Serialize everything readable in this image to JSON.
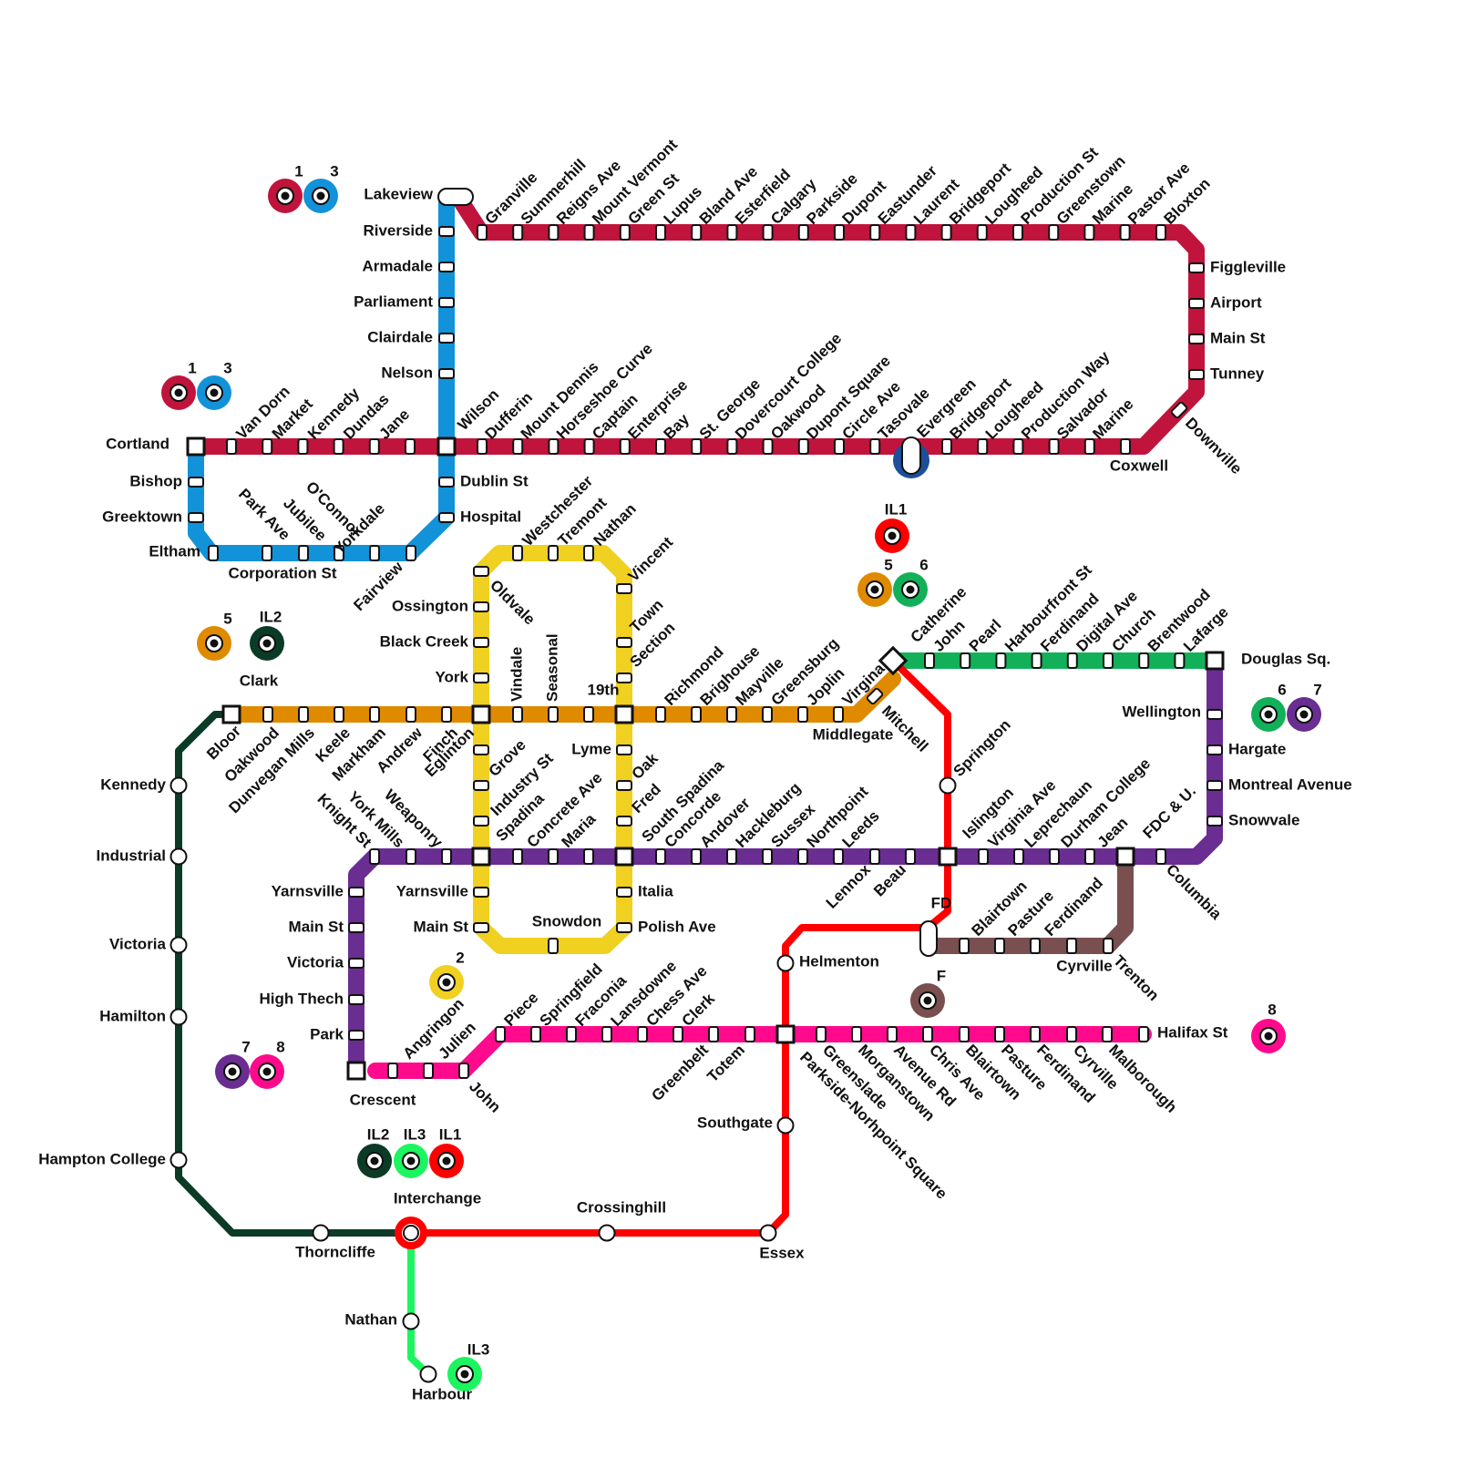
{
  "colors": {
    "line1": "#c0143c",
    "line3": "#1292d8",
    "line5": "#e08a00",
    "line_il2": "#0b3b26",
    "line6": "#13b05a",
    "line2": "#f0d020",
    "line7": "#6a2d91",
    "line_il1": "#ff0000",
    "line_f": "#7a4f4f",
    "line8": "#ff0a8c",
    "line_il3": "#1cf560",
    "depot": "#1d4f9a"
  },
  "badges": [
    {
      "id": "b-1a",
      "label": "1",
      "color": "line1"
    },
    {
      "id": "b-3a",
      "label": "3",
      "color": "line3"
    },
    {
      "id": "b-1b",
      "label": "1",
      "color": "line1"
    },
    {
      "id": "b-3b",
      "label": "3",
      "color": "line3"
    },
    {
      "id": "b-5a",
      "label": "5",
      "color": "line5"
    },
    {
      "id": "b-il2a",
      "label": "IL2",
      "color": "line_il2"
    },
    {
      "id": "b-il1a",
      "label": "IL1",
      "color": "line_il1"
    },
    {
      "id": "b-5b",
      "label": "5",
      "color": "line5"
    },
    {
      "id": "b-6a",
      "label": "6",
      "color": "line6"
    },
    {
      "id": "b-6b",
      "label": "6",
      "color": "line6"
    },
    {
      "id": "b-7a",
      "label": "7",
      "color": "line7"
    },
    {
      "id": "b-2",
      "label": "2",
      "color": "line2"
    },
    {
      "id": "b-f",
      "label": "F",
      "color": "line_f"
    },
    {
      "id": "b-8a",
      "label": "8",
      "color": "line8"
    },
    {
      "id": "b-7b",
      "label": "7",
      "color": "line7"
    },
    {
      "id": "b-8b",
      "label": "8",
      "color": "line8"
    },
    {
      "id": "b-il2b",
      "label": "IL2",
      "color": "line_il2"
    },
    {
      "id": "b-il3a",
      "label": "IL3",
      "color": "line_il3"
    },
    {
      "id": "b-il1b",
      "label": "IL1",
      "color": "line_il1"
    },
    {
      "id": "b-il3b",
      "label": "IL3",
      "color": "line_il3"
    }
  ],
  "stations": {
    "lakeview": "Lakeview",
    "riverside": "Riverside",
    "armadale": "Armadale",
    "parliament": "Parliament",
    "clairdale": "Clairdale",
    "nelson": "Nelson",
    "granville": "Granville",
    "summerhill": "Summerhill",
    "reigns_ave": "Reigns Ave",
    "mount_vermont": "Mount Vermont",
    "green_st": "Green St",
    "lupus": "Lupus",
    "bland_ave": "Bland Ave",
    "esterfield": "Esterfield",
    "calgary": "Calgary",
    "parkside": "Parkside",
    "dupont": "Dupont",
    "eastunder": "Eastunder",
    "laurent": "Laurent",
    "bridgeport_a": "Bridgeport",
    "lougheed_a": "Lougheed",
    "production_st": "Production St",
    "greenstown": "Greenstown",
    "marine_a": "Marine",
    "pastor_ave": "Pastor Ave",
    "bloxton": "Bloxton",
    "figgleville": "Figgleville",
    "airport": "Airport",
    "main_st_a": "Main St",
    "tunney": "Tunney",
    "downville": "Downville",
    "cortland": "Cortland",
    "van_dorn": "Van Dorn",
    "market": "Market",
    "kennedy_a": "Kennedy",
    "dundas": "Dundas",
    "jane": "Jane",
    "wilson": "Wilson",
    "dufferin": "Dufferin",
    "mount_dennis": "Mount Dennis",
    "horseshoe_curve": "Horseshoe Curve",
    "captain": "Captain",
    "enterprise": "Enterprise",
    "bay": "Bay",
    "st_george": "St. George",
    "dovercourt_college": "Dovercourt College",
    "oakwood_a": "Oakwood",
    "dupont_square": "Dupont Square",
    "circle_ave": "Circle Ave",
    "tasovale": "Tasovale",
    "evergreen": "Evergreen",
    "bridgeport_b": "Bridgeport",
    "lougheed_b": "Lougheed",
    "production_way": "Production Way",
    "salvador": "Salvador",
    "marine_b": "Marine",
    "coxwell": "Coxwell",
    "bishop": "Bishop",
    "greektown": "Greektown",
    "eltham": "Eltham",
    "park_ave": "Park Ave",
    "jubilee": "Jubilee",
    "oconnor": "O'Connor",
    "yorkdale": "Yorkdale",
    "fairview": "Fairview",
    "corporation_st": "Corporation St",
    "dublin_st": "Dublin St",
    "hospital": "Hospital",
    "westchester": "Westchester",
    "tremont": "Tremont",
    "nathan_a": "Nathan",
    "vincent": "Vincent",
    "oldvale": "Oldvale",
    "ossington": "Ossington",
    "black_creek": "Black Creek",
    "york": "York",
    "vindale": "Vindale",
    "seasonal": "Seasonal",
    "nineteenth": "19th",
    "town": "Town",
    "section": "Section",
    "clark": "Clark",
    "bloor": "Bloor",
    "oakwood_b": "Oakwood",
    "dunvegan_mills": "Dunvegan Mills",
    "keele": "Keele",
    "markham": "Markham",
    "andrew": "Andrew",
    "finch": "Finch",
    "eglinton": "Eglinton",
    "richmond": "Richmond",
    "brighouse": "Brighouse",
    "mayville": "Mayville",
    "greensburg": "Greensburg",
    "joplin": "Joplin",
    "virgina": "Virgina",
    "middlegate": "Middlegate",
    "mitchell": "Mitchell",
    "grove": "Grove",
    "industry_st": "Industry St",
    "spadina": "Spadina",
    "concrete_ave": "Concrete Ave",
    "maria": "Maria",
    "lyme": "Lyme",
    "oak": "Oak",
    "fred": "Fred",
    "south_spadina": "South Spadina",
    "catherine": "Catherine",
    "john_a": "John",
    "pearl": "Pearl",
    "harbourfront_st": "Harbourfront St",
    "ferdinand_a": "Ferdinand",
    "digital_ave": "Digital Ave",
    "church": "Church",
    "brentwood": "Brentwood",
    "lafarge": "Lafarge",
    "douglas_sq": "Douglas Sq.",
    "wellington": "Wellington",
    "hargate": "Hargate",
    "montreal_avenue": "Montreal Avenue",
    "snowvale": "Snowvale",
    "springton": "Springton",
    "knight_st": "Knight St",
    "york_mills": "York Mills",
    "weaponry": "Weaponry",
    "concorde": "Concorde",
    "andover": "Andover",
    "hackleburg": "Hackleburg",
    "sussex": "Sussex",
    "northpoint": "Northpoint",
    "leeds": "Leeds",
    "lennox": "Lennox",
    "beau": "Beau",
    "islington": "Islington",
    "virginia_ave": "Virginia Ave",
    "leprechaun": "Leprechaun",
    "durham_college": "Durham College",
    "jean": "Jean",
    "fdc_u": "FDC & U.",
    "columbia": "Columbia",
    "yarnsville_a": "Yarnsville",
    "main_st_b": "Main St",
    "victoria_a": "Victoria",
    "high_thech": "High Thech",
    "park": "Park",
    "crescent": "Crescent",
    "yarnsville_b": "Yarnsville",
    "main_st_c": "Main St",
    "snowdon": "Snowdon",
    "italia": "Italia",
    "polish_ave": "Polish Ave",
    "fd": "FD",
    "blairtown_a": "Blairtown",
    "pasture_a": "Pasture",
    "ferdinand_b": "Ferdinand",
    "cyrville_a": "Cyrville",
    "trenton": "Trenton",
    "helmenton": "Helmenton",
    "angringon": "Angringon",
    "julien": "Julien",
    "john_b": "John",
    "piece": "Piece",
    "springfield": "Springfield",
    "fraconia": "Fraconia",
    "lansdowne": "Lansdowne",
    "chess_ave": "Chess Ave",
    "clerk": "Clerk",
    "greenbelt": "Greenbelt",
    "totem": "Totem",
    "parkside_norhpoint": "Parkside-Norhpoint Square",
    "greenslade": "Greenslade",
    "morganstown": "Morganstown",
    "avenue_rd": "Avenue Rd",
    "chris_ave": "Chris Ave",
    "blairtown_b": "Blairtown",
    "pasture_b": "Pasture",
    "ferdinand_c": "Ferdinand",
    "cyrville_b": "Cyrville",
    "malborough": "Malborough",
    "halifax_st": "Halifax St",
    "kennedy_b": "Kennedy",
    "industrial": "Industrial",
    "victoria_b": "Victoria",
    "hamilton": "Hamilton",
    "hampton_college": "Hampton College",
    "thorncliffe": "Thorncliffe",
    "interchange": "Interchange",
    "crossinghill": "Crossinghill",
    "essex": "Essex",
    "southgate": "Southgate",
    "nathan_b": "Nathan",
    "harbour": "Harbour"
  }
}
